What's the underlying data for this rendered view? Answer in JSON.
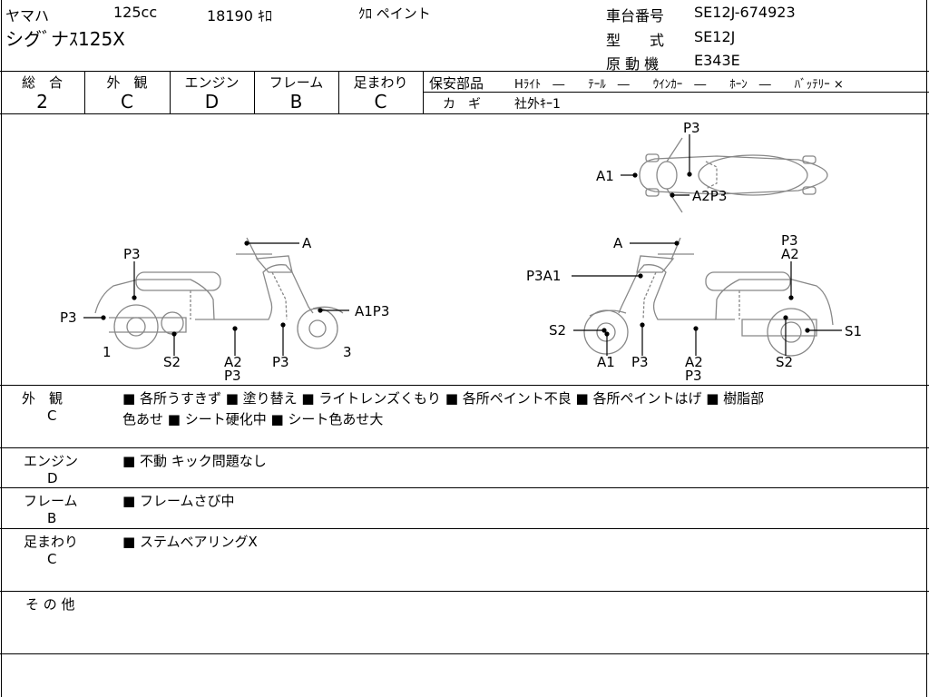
{
  "header": {
    "maker": "ヤマハ",
    "displacement": "125cc",
    "mileage": "18190 ｷﾛ",
    "color": "ｸﾛ ペイント",
    "model_name": "シグﾞナｽ125X",
    "frame_no_label": "車台番号",
    "frame_no": "SE12J-674923",
    "type_label": "型　　式",
    "type": "SE12J",
    "engine_label": "原 動 機",
    "engine": "E343E"
  },
  "grades": [
    {
      "label": "総　合",
      "value": "2"
    },
    {
      "label": "外　観",
      "value": "C"
    },
    {
      "label": "エンジン",
      "value": "D"
    },
    {
      "label": "フレーム",
      "value": "B"
    },
    {
      "label": "足まわり",
      "value": "C"
    }
  ],
  "safety": {
    "title": "保安部品",
    "items": "Hﾗｲﾄ　―　　ﾃｰﾙ　―　　ｳｲﾝｶｰ　―　　ﾎｰﾝ　―　　ﾊﾞｯﾃﾘｰ ×",
    "key_label": "カ　ギ",
    "key_value": "社外ｷｰ1"
  },
  "diagram_labels": {
    "top": [
      "P3",
      "A1",
      "A2P3"
    ],
    "left": [
      "P3",
      "P3",
      "A",
      "A1P3",
      "1",
      "S2",
      "A2",
      "P3",
      "P3",
      "3"
    ],
    "right": [
      "A",
      "P3",
      "A2",
      "P3A1",
      "S2",
      "A1",
      "P3",
      "A2",
      "P3",
      "S2",
      "S1"
    ]
  },
  "notes": [
    {
      "label": "外　観",
      "grade": "C",
      "lines": [
        "■ 各所うすきず ■ 塗り替え ■ ライトレンズくもり ■ 各所ペイント不良 ■ 各所ペイントはげ ■ 樹脂部",
        "色あせ ■ シート硬化中 ■ シート色あせ大"
      ]
    },
    {
      "label": "エンジン",
      "grade": "D",
      "lines": [
        "■ 不動 キック問題なし"
      ]
    },
    {
      "label": "フレーム",
      "grade": "B",
      "lines": [
        "■ フレームさび中"
      ]
    },
    {
      "label": "足まわり",
      "grade": "C",
      "lines": [
        "■ ステムベアリングX"
      ]
    },
    {
      "label": "そ の 他",
      "grade": "",
      "lines": []
    }
  ],
  "colors": {
    "line": "#000000",
    "diagram": "#888888",
    "background": "#ffffff"
  }
}
